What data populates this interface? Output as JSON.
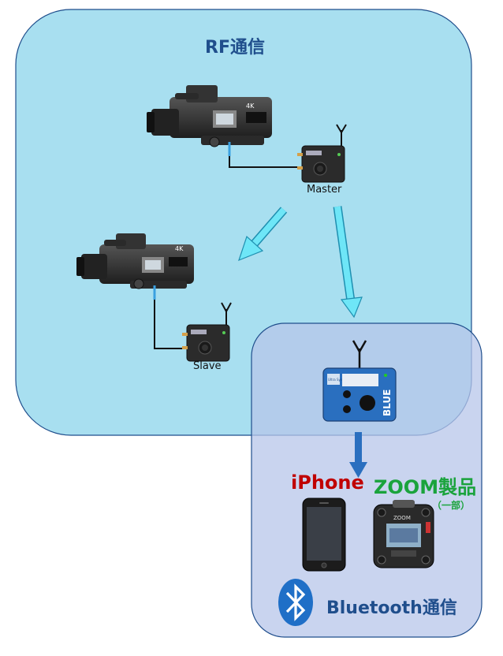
{
  "rf_zone": {
    "title": "RF通信"
  },
  "master": {
    "label": "Master"
  },
  "slave": {
    "label": "Slave"
  },
  "devices": {
    "iphone_label": "iPhone",
    "zoom_label": "ZOOM製品",
    "zoom_note": "（一部）"
  },
  "bluetooth_zone": {
    "title": "Bluetooth通信"
  },
  "markings": {
    "camera_badge": "4K",
    "blue_unit_text": "BLUE",
    "blue_unit_logo": "Ultra Sync",
    "zoom_brand": "ZOOM"
  },
  "colors": {
    "rf_fill": "#a8dff0",
    "bluetooth_fill": "#c7d3ee",
    "arrow_light": "#6ee6f7",
    "arrow_dark": "#2a6fbf",
    "blue_unit": "#2a6fbf"
  }
}
